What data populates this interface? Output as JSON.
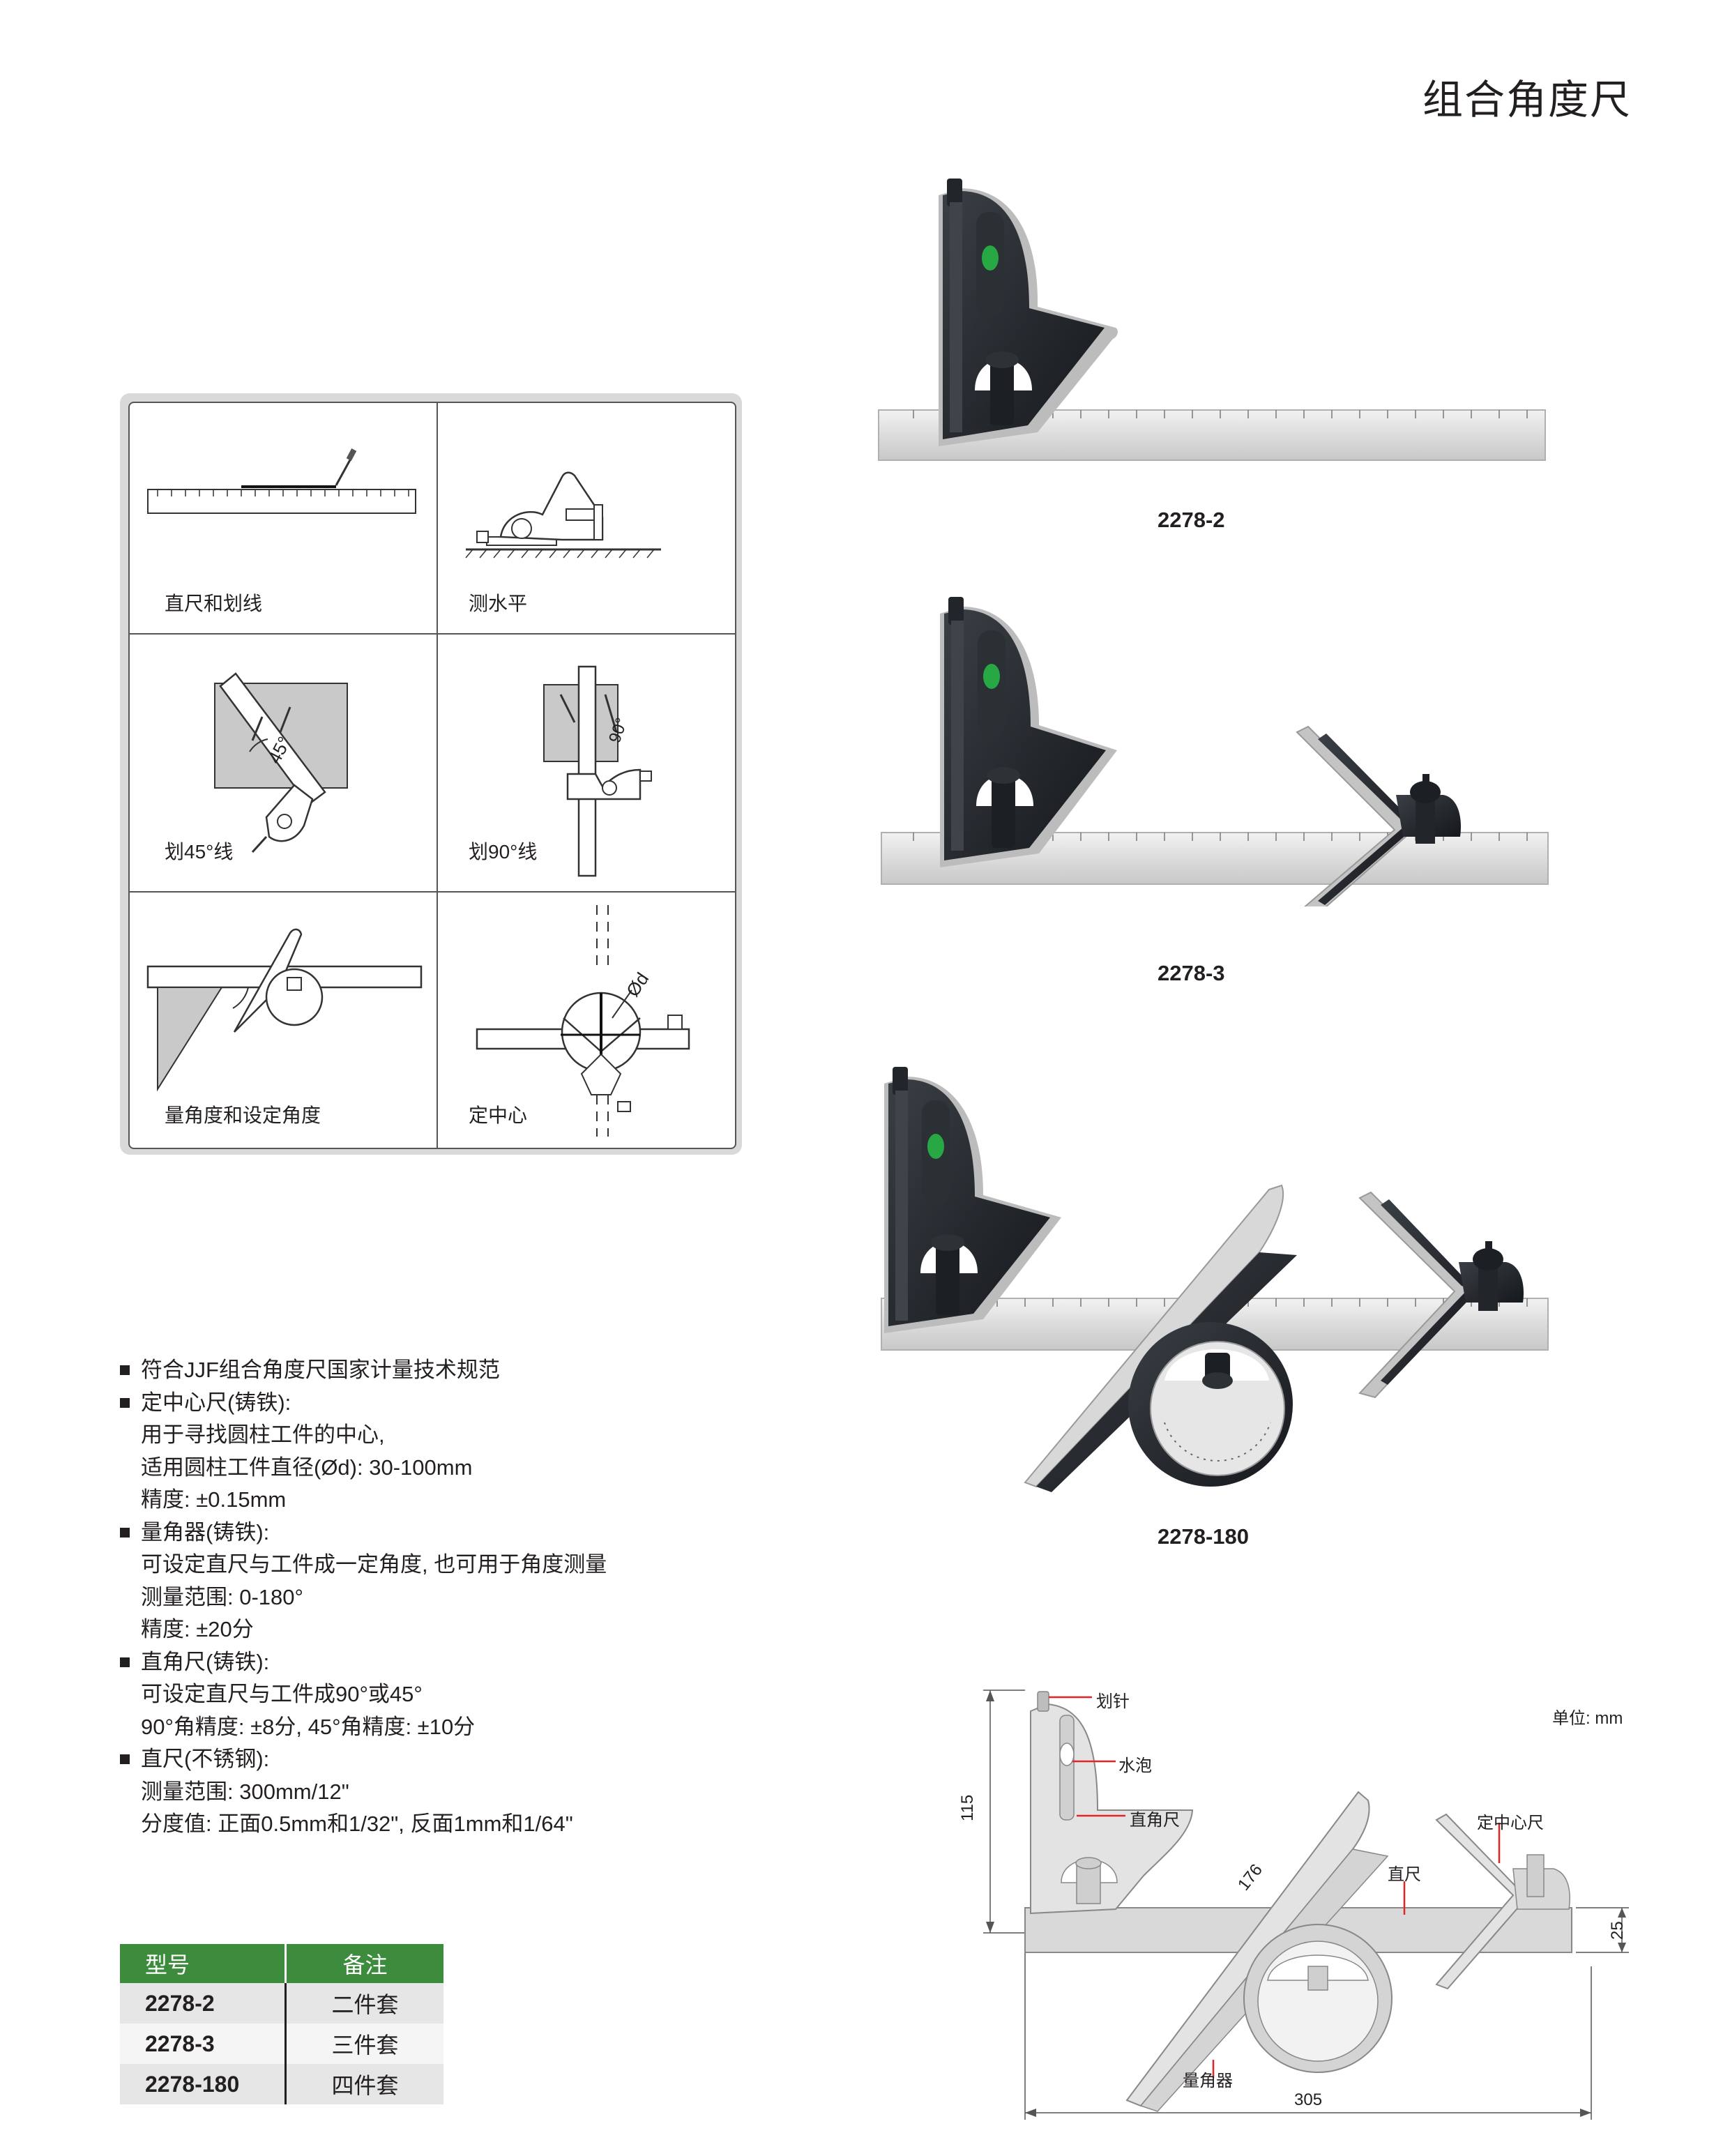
{
  "page": {
    "title": "组合角度尺"
  },
  "usage_grid": {
    "cells": [
      {
        "label": "直尺和划线"
      },
      {
        "label": "测水平"
      },
      {
        "label": "划45°线",
        "angle_text": "45°"
      },
      {
        "label": "划90°线",
        "angle_text": "90°"
      },
      {
        "label": "量角度和设定角度"
      },
      {
        "label": "定中心",
        "dia_text": "Ød"
      }
    ]
  },
  "products": [
    {
      "model": "2278-2"
    },
    {
      "model": "2278-3"
    },
    {
      "model": "2278-180"
    }
  ],
  "features": [
    {
      "title": "符合JJF组合角度尺国家计量技术规范",
      "lines": []
    },
    {
      "title": "定中心尺(铸铁):",
      "lines": [
        "用于寻找圆柱工件的中心,",
        "适用圆柱工件直径(Ød): 30-100mm",
        "精度: ±0.15mm"
      ]
    },
    {
      "title": "量角器(铸铁):",
      "lines": [
        "可设定直尺与工件成一定角度, 也可用于角度测量",
        "测量范围: 0-180°",
        "精度: ±20分"
      ]
    },
    {
      "title": "直角尺(铸铁):",
      "lines": [
        "可设定直尺与工件成90°或45°",
        "90°角精度: ±8分, 45°角精度: ±10分"
      ]
    },
    {
      "title": "直尺(不锈钢):",
      "lines": [
        "测量范围: 300mm/12\"",
        "分度值: 正面0.5mm和1/32\", 反面1mm和1/64\""
      ]
    }
  ],
  "model_table": {
    "headers": [
      "型号",
      "备注"
    ],
    "rows": [
      {
        "model": "2278-2",
        "note": "二件套"
      },
      {
        "model": "2278-3",
        "note": "三件套"
      },
      {
        "model": "2278-180",
        "note": "四件套"
      }
    ]
  },
  "diagram": {
    "unit": "单位: mm",
    "labels": {
      "scriber": "划针",
      "level": "水泡",
      "square_head": "直角尺",
      "center_head": "定中心尺",
      "rule": "直尺",
      "protractor": "量角器"
    },
    "dims": {
      "height": "115",
      "diag": "176",
      "thick": "25",
      "length": "305"
    }
  },
  "colors": {
    "header_green": "#3d8b3d",
    "marker_red": "#e0262b",
    "level_green": "#27a844"
  }
}
